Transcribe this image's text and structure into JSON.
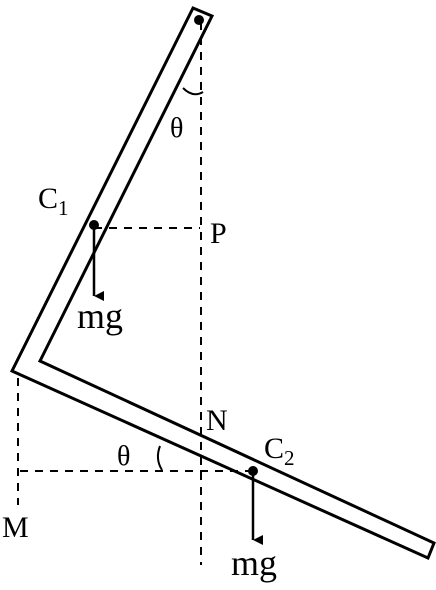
{
  "labels": {
    "theta_top": "θ",
    "theta_bottom": "θ",
    "c1_base": "C",
    "c1_sub": "1",
    "c2_base": "C",
    "c2_sub": "2",
    "point_p": "P",
    "point_n": "N",
    "point_m": "M",
    "force_1": "mg",
    "force_2": "mg"
  },
  "colors": {
    "ink": "#000000",
    "paper": "#ffffff"
  }
}
